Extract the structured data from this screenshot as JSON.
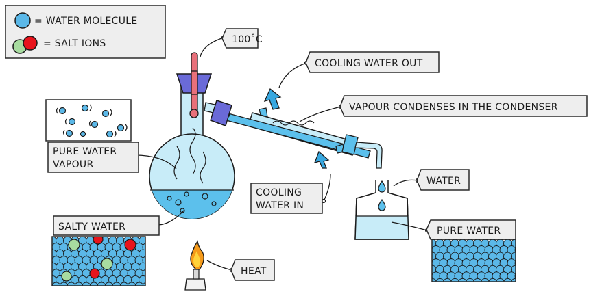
{
  "legend": {
    "water_molecule": "= WATER MOLECULE",
    "salt_ions": "= SALT  IONS"
  },
  "labels": {
    "temperature": "100˚C",
    "cooling_water_out": "COOLING WATER OUT",
    "vapour_condenses": "VAPOUR CONDENSES IN THE CONDENSER",
    "pure_water_vapour_line1": "PURE WATER",
    "pure_water_vapour_line2": "VAPOUR",
    "cooling_water_in_line1": "COOLING",
    "cooling_water_in_line2": "WATER IN",
    "water": "WATER",
    "salty_water": "SALTY WATER",
    "pure_water": "PURE WATER",
    "heat": "HEAT"
  },
  "colors": {
    "water_molecule": "#5bb8e8",
    "salt_ion_red": "#e8141c",
    "salt_ion_green": "#a8dca0",
    "flask_glass": "#c8ecf8",
    "flask_liquid": "#5cc0ec",
    "stopper": "#6a6ad8",
    "thermometer": "#e8707a",
    "arrow_blue": "#38a8e0",
    "flame_orange": "#f59a1a",
    "flame_yellow": "#ffd23a",
    "label_box": "#eeeeee"
  }
}
